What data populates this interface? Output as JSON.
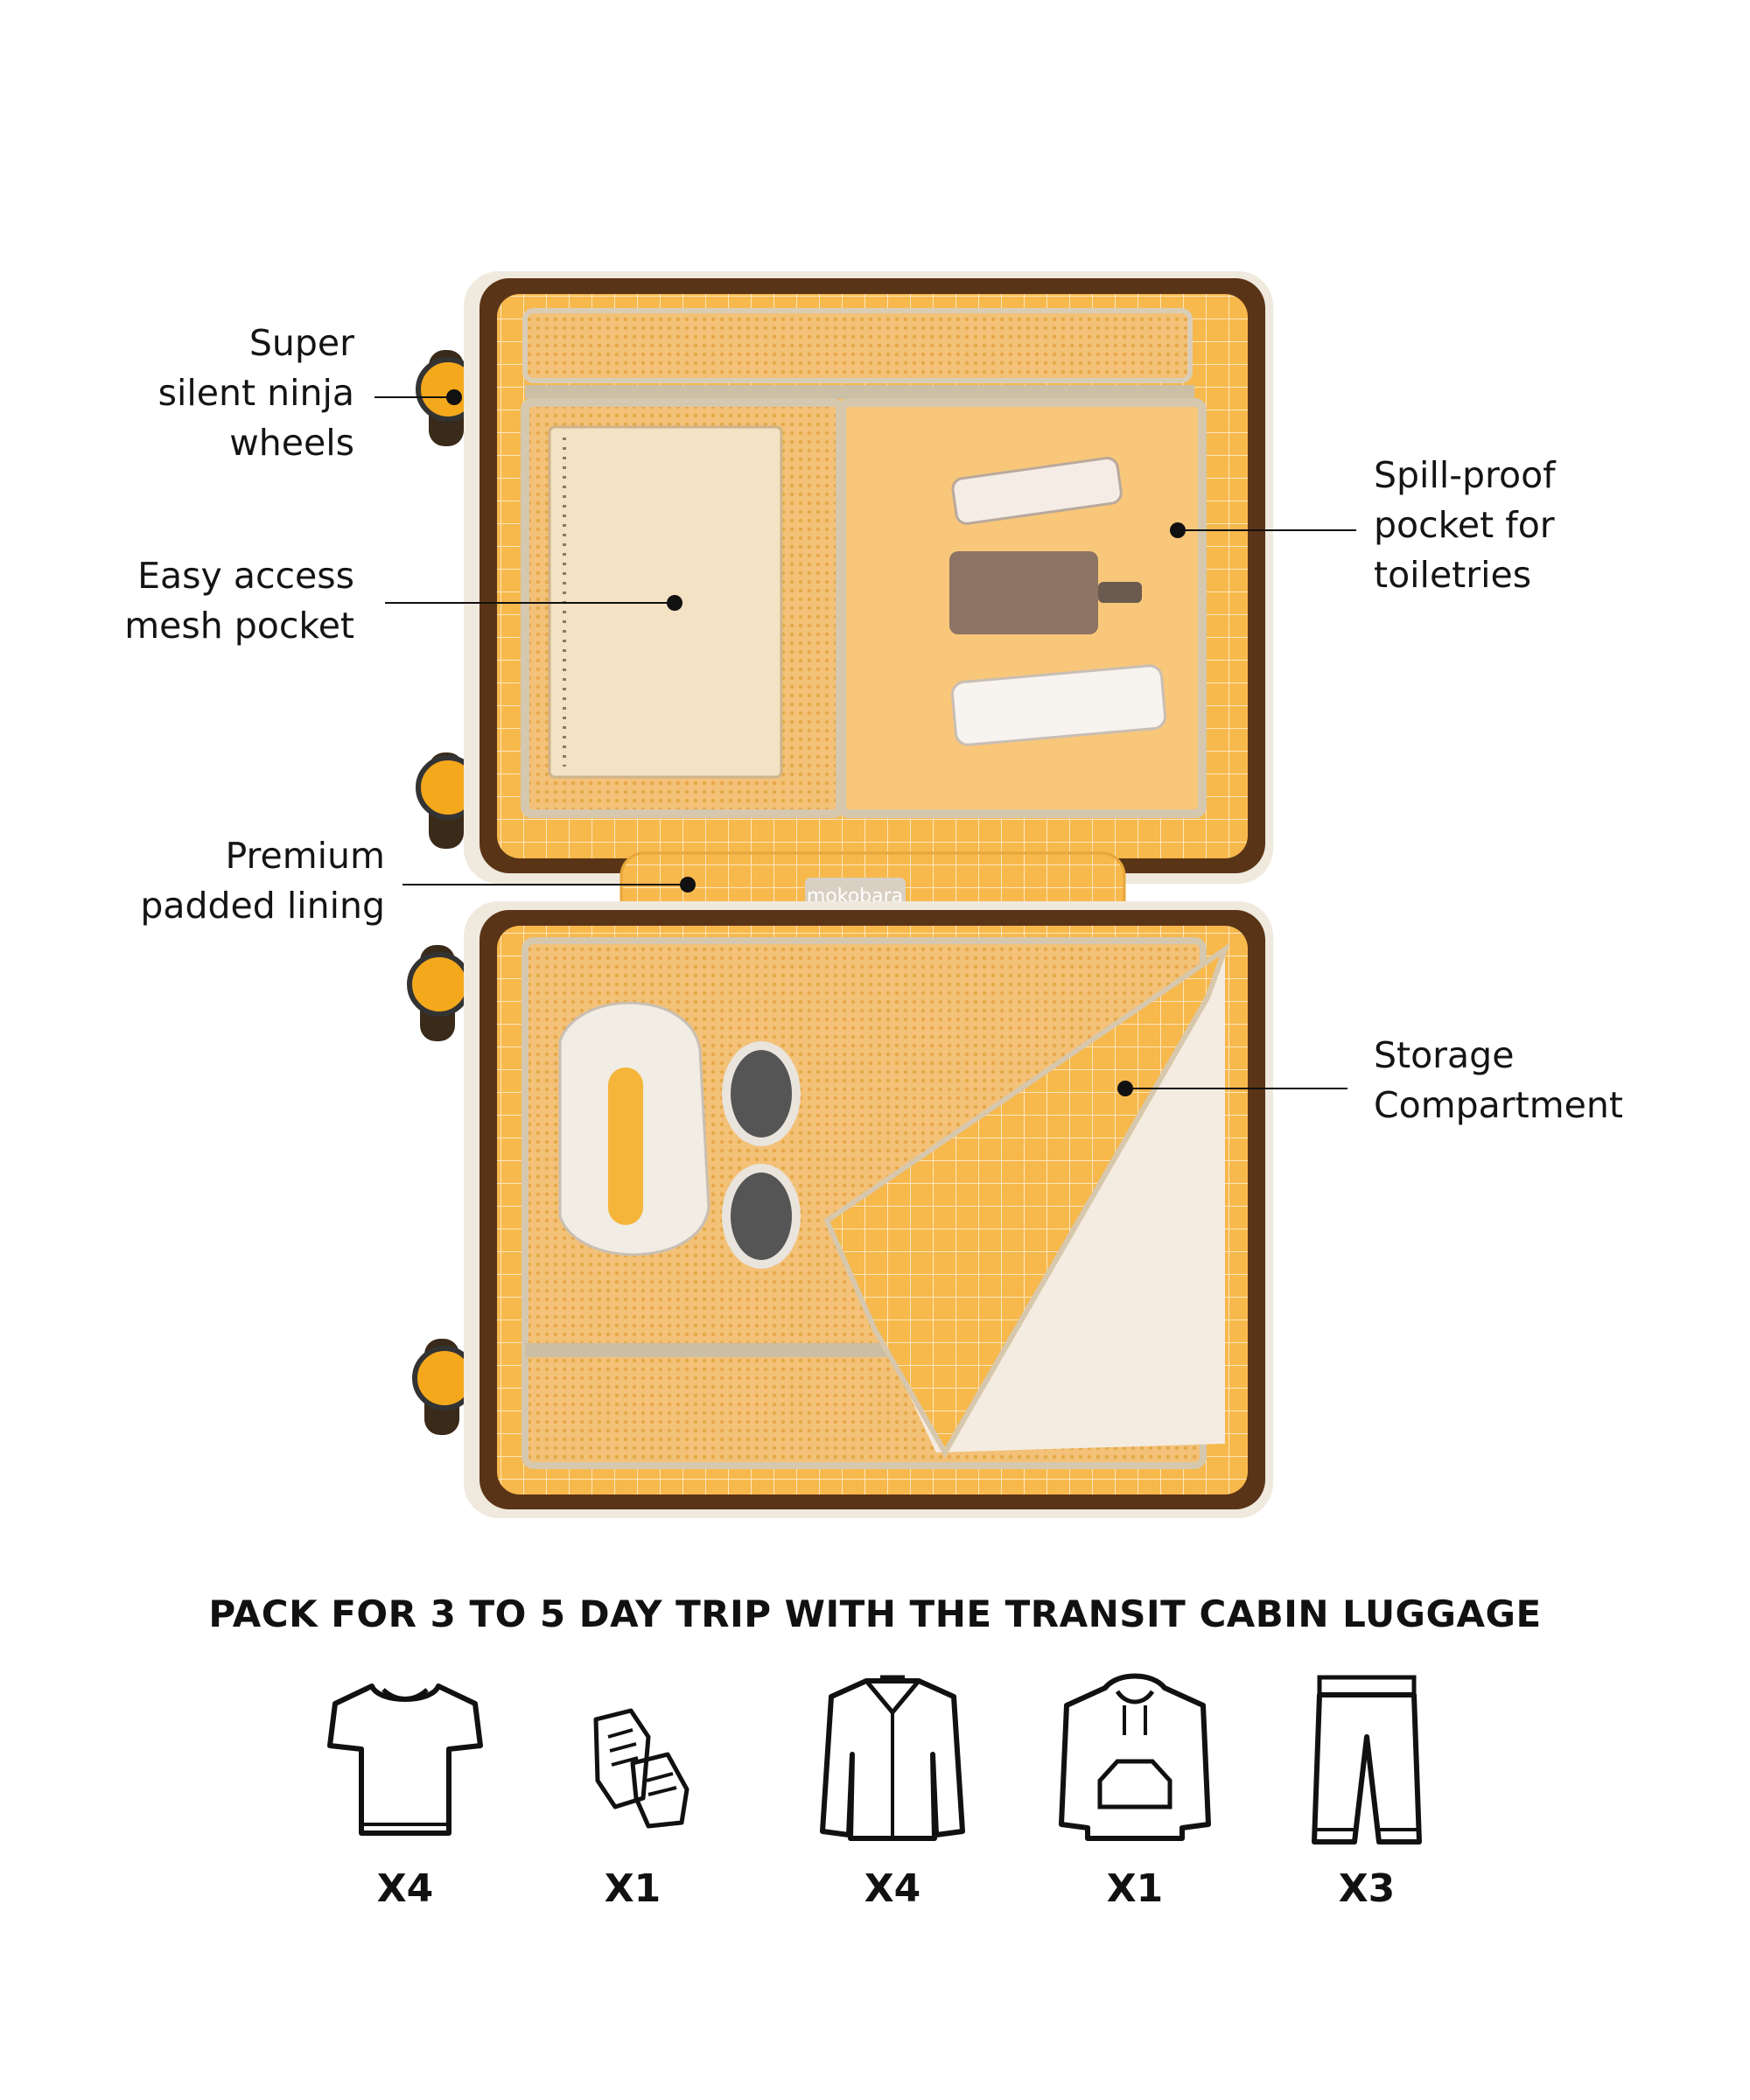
{
  "callouts": {
    "wheels": "Super\nsilent ninja\nwheels",
    "mesh_pocket": "Easy access\nmesh pocket",
    "padded_lining": "Premium\npadded lining",
    "spill_proof": "Spill-proof\npocket for\ntoiletries",
    "storage": "Storage\nCompartment"
  },
  "brand_tag": "mokobara",
  "pack": {
    "headline": "PACK FOR 3 TO 5 DAY TRIP WITH THE TRANSIT CABIN LUGGAGE",
    "items": [
      {
        "icon": "tshirt-icon",
        "qty": "X4"
      },
      {
        "icon": "sneakers-icon",
        "qty": "X1"
      },
      {
        "icon": "shirt-icon",
        "qty": "X4"
      },
      {
        "icon": "hoodie-icon",
        "qty": "X1"
      },
      {
        "icon": "trousers-icon",
        "qty": "X3"
      }
    ]
  },
  "colors": {
    "lining": "#f6b94e",
    "frame": "#5a3416",
    "shell": "#efe9de",
    "wheel": "#f4a81c"
  }
}
